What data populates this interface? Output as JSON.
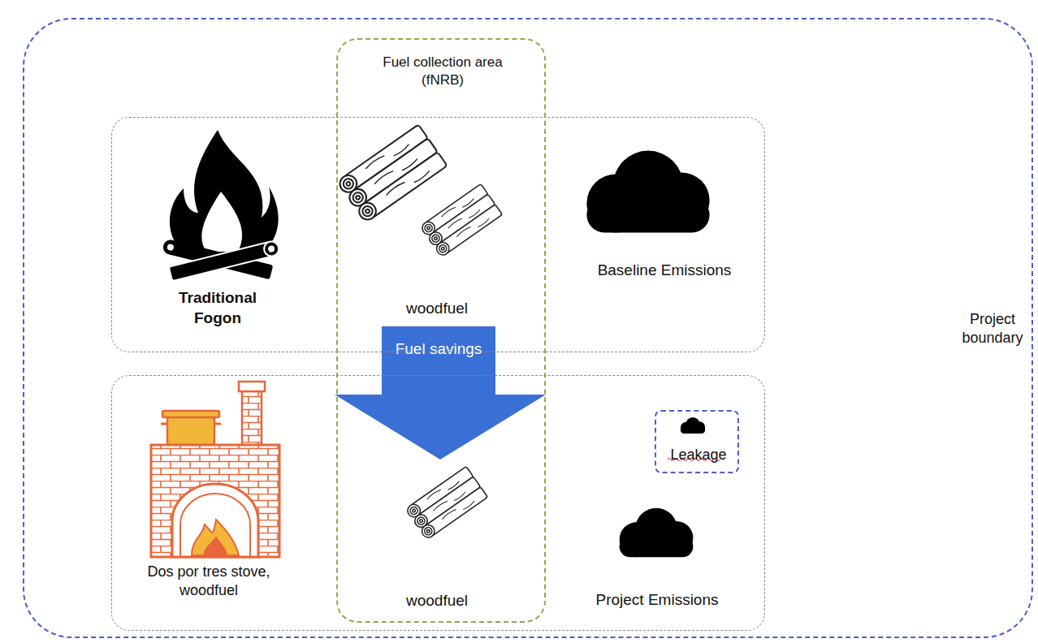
{
  "diagram": {
    "nodes": [
      {
        "text": [
          "Project boundary"
        ]
      },
      {
        "text": [
          "Fuel collection area (fNRB)"
        ],
        "in": 0
      },
      {
        "text": [
          "Traditional Fogon",
          "Baseline Emissions"
        ],
        "in": 0
      },
      {
        "text": [
          "Fuel savings"
        ],
        "in": 1
      },
      {
        "text": [
          "Dos por tres stove, woodfuel",
          "Project Emissions"
        ],
        "in": 0
      },
      {
        "text": [
          "Leakage"
        ],
        "in": 4
      }
    ],
    "labels": [
      "woodfuel",
      "woodfuel"
    ]
  }
}
